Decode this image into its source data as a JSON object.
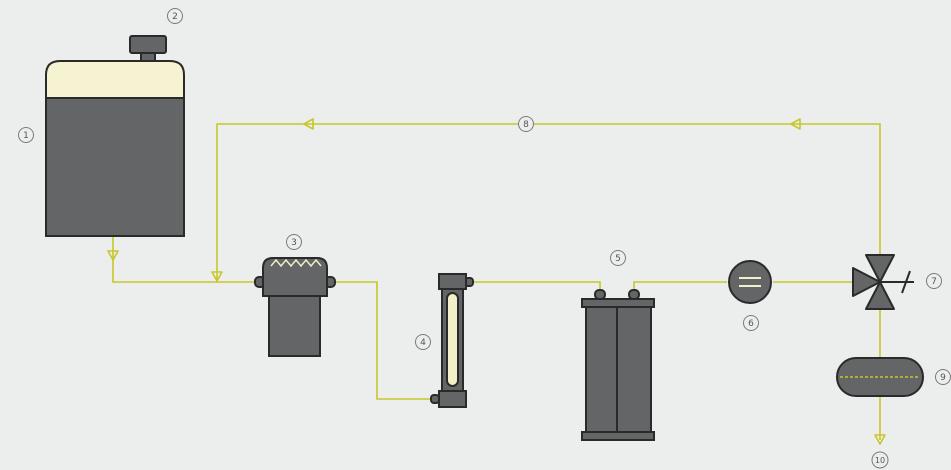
{
  "diagram": {
    "colors": {
      "background": "#eceeed",
      "pipe": "#c7c72a",
      "equipment": "#636566",
      "stroke": "#2a2a2a",
      "liquid_top": "#f5f3d2",
      "tube_fill": "#f2f0c8",
      "label_stroke": "#7a7a7a",
      "label_text": "#555555"
    },
    "labels": [
      {
        "id": "tank",
        "text": "1"
      },
      {
        "id": "tank-cap",
        "text": "2"
      },
      {
        "id": "pump",
        "text": "3"
      },
      {
        "id": "flowmeter",
        "text": "4"
      },
      {
        "id": "filter",
        "text": "5"
      },
      {
        "id": "gauge",
        "text": "6"
      },
      {
        "id": "valve",
        "text": "7"
      },
      {
        "id": "return-line",
        "text": "8"
      },
      {
        "id": "vessel",
        "text": "9"
      },
      {
        "id": "outlet",
        "text": "10"
      }
    ]
  }
}
